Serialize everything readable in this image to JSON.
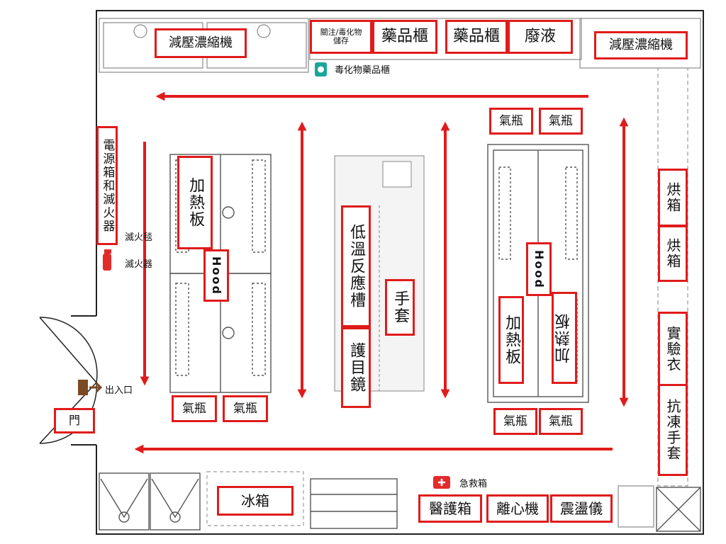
{
  "colors": {
    "wall": "#222222",
    "route": "#e01b1b",
    "label_border": "#e01b1b",
    "fixture": "#999999"
  },
  "labels": {
    "vacuum_concentrator_left": "減壓濃縮機",
    "controlled_storage": "關注/毒化物\n儲存",
    "chem_cabinet_1": "藥品櫃",
    "chem_cabinet_2": "藥品櫃",
    "waste": "廢液",
    "vacuum_concentrator_right": "減壓濃縮機",
    "fire_cabinet": "電源箱和滅火器",
    "hotplate_left": "加熱板",
    "hood_left": "Hood",
    "low_temp_reactor": "低溫反應槽",
    "gloves": "手套",
    "goggles": "護目鏡",
    "hood_right": "Hood",
    "hotplate_right_1": "加熱板",
    "hotplate_right_2": "加熱板",
    "cylinder_top_1": "氣瓶",
    "cylinder_top_2": "氣瓶",
    "cylinder_left_1": "氣瓶",
    "cylinder_left_2": "氣瓶",
    "cylinder_right_1": "氣瓶",
    "cylinder_right_2": "氣瓶",
    "oven_1": "烘箱",
    "oven_2": "烘箱",
    "lab_coat": "實驗衣",
    "cryo_gloves": "抗凍手套",
    "door": "門",
    "fridge": "冰箱",
    "medical_box": "醫護箱",
    "centrifuge": "離心機",
    "shaker": "震盪儀"
  },
  "legend": {
    "toxic_cabinet": "毒化物藥品櫃",
    "fire_blanket": "滅火毯",
    "extinguisher": "滅火器",
    "exit": "出入口",
    "first_aid": "急救箱"
  }
}
